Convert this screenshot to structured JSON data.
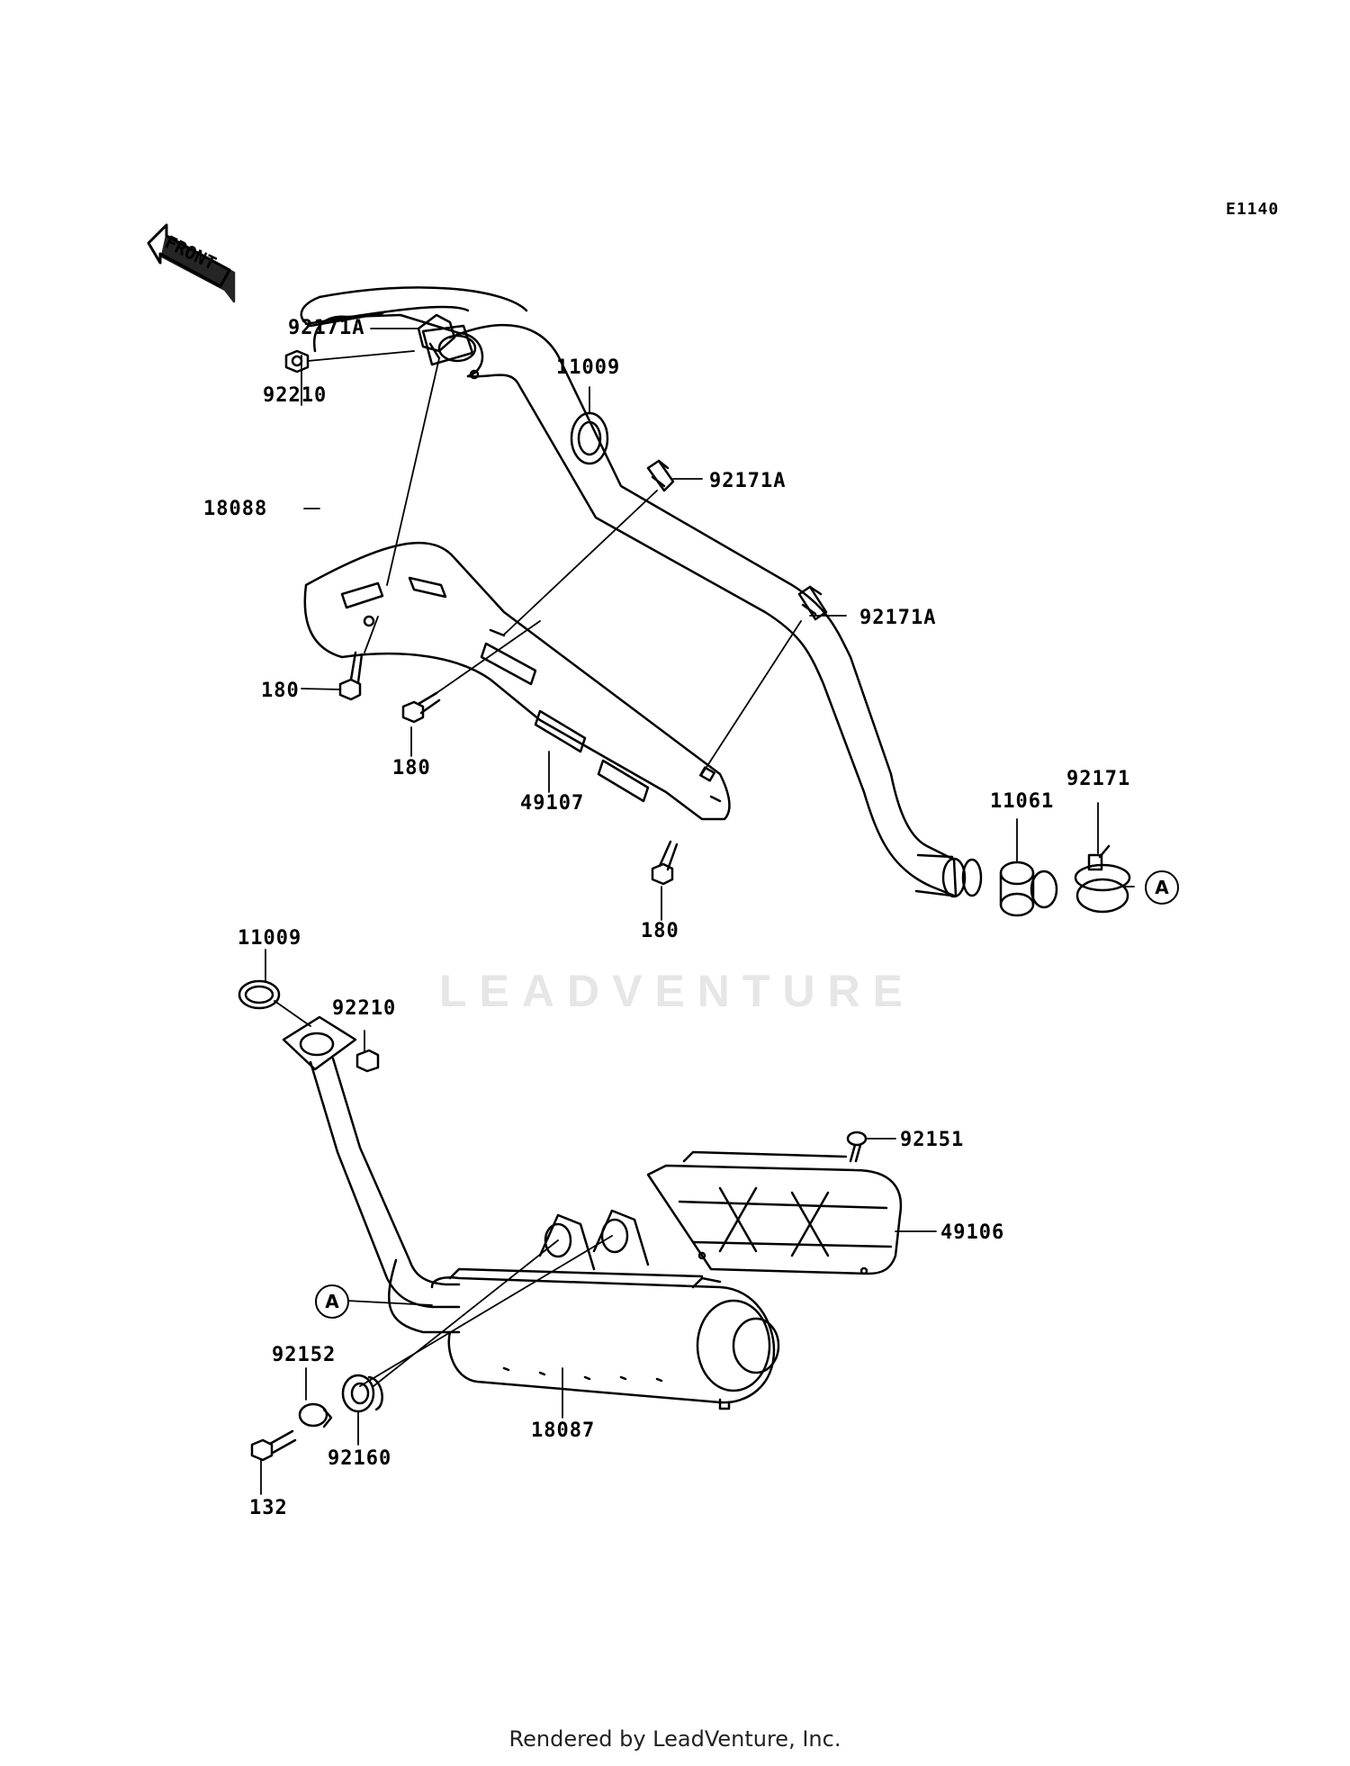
{
  "diagram": {
    "code": "E1140",
    "front_label": "FRONT",
    "watermark": "LEADVENTURE",
    "footer": "Rendered by LeadVenture, Inc."
  },
  "parts": {
    "p92171A_top": "92171A",
    "p92210_top": "92210",
    "p11009_top": "11009",
    "p92171A_mid": "92171A",
    "p18088": "18088",
    "p92171A_right": "92171A",
    "p180_left": "180",
    "p180_mid": "180",
    "p49107": "49107",
    "p11061": "11061",
    "p92171": "92171",
    "p180_bottom": "180",
    "p11009_bottom": "11009",
    "p92210_bottom": "92210",
    "p92151": "92151",
    "p49106": "49106",
    "p92152": "92152",
    "p92160": "92160",
    "p18087": "18087",
    "p132": "132"
  },
  "callouts": {
    "a_right": "A",
    "a_left": "A"
  }
}
